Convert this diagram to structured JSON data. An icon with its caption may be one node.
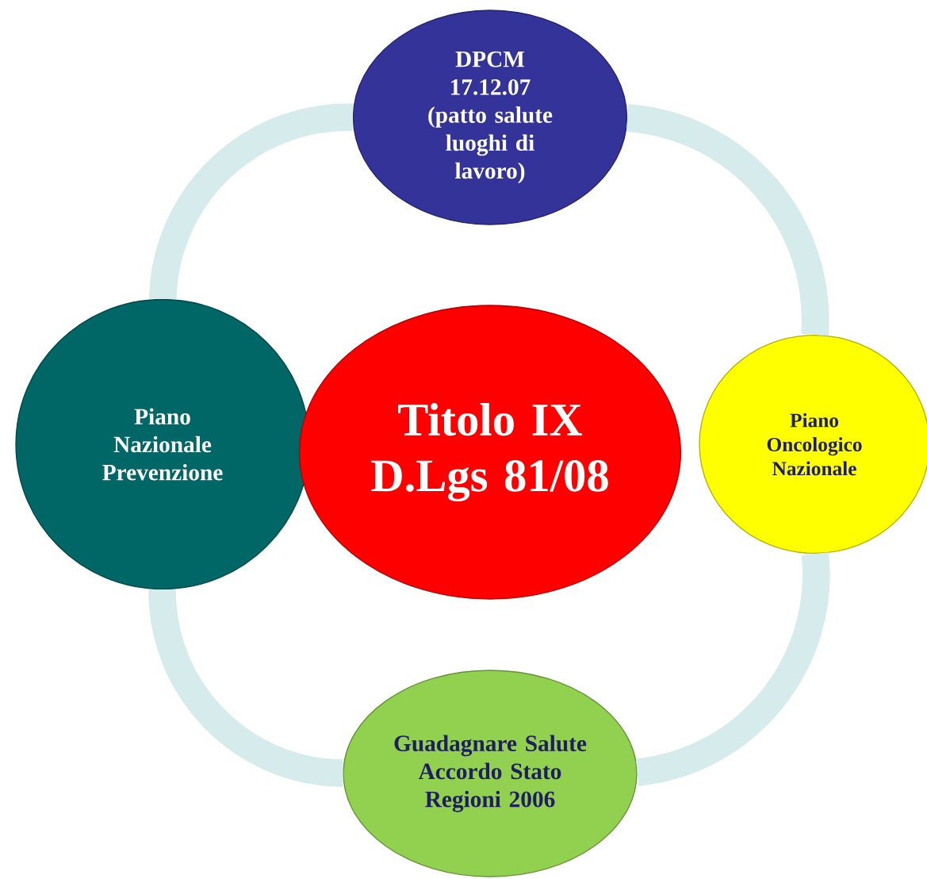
{
  "diagram": {
    "nodes": [
      {
        "text": [
          "DPCM 17.12.07 (patto salute luoghi di lavoro)"
        ]
      },
      {
        "text": [
          "Piano Nazionale Prevenzione"
        ]
      },
      {
        "text": [
          "Titolo IX D.Lgs 81/08"
        ]
      },
      {
        "text": [
          "Piano Oncologico Nazionale"
        ]
      },
      {
        "text": [
          "Guadagnare Salute Accordo Stato Regioni 2006"
        ]
      }
    ],
    "edges": [
      {
        "from": 0,
        "to": 3,
        "arrow": "none"
      },
      {
        "from": 3,
        "to": 4,
        "arrow": "none"
      },
      {
        "from": 4,
        "to": 1,
        "arrow": "none"
      },
      {
        "from": 1,
        "to": 0,
        "arrow": "none"
      }
    ]
  }
}
